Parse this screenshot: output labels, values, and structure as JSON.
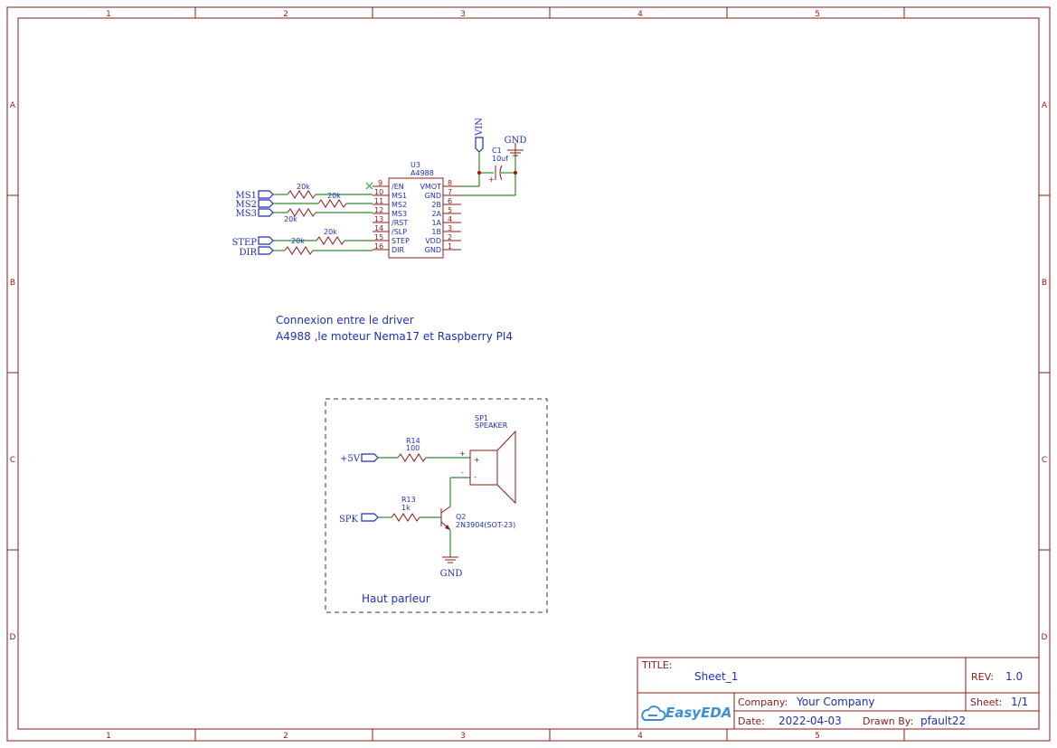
{
  "frame": {
    "columns": [
      "1",
      "2",
      "3",
      "4",
      "5"
    ],
    "rows": [
      "A",
      "B",
      "C",
      "D"
    ]
  },
  "u3": {
    "designator": "U3",
    "part": "A4988",
    "left_pins": [
      {
        "num": "9",
        "name": "/EN"
      },
      {
        "num": "10",
        "name": "MS1"
      },
      {
        "num": "11",
        "name": "MS2"
      },
      {
        "num": "12",
        "name": "MS3"
      },
      {
        "num": "13",
        "name": "/RST"
      },
      {
        "num": "14",
        "name": "/SLP"
      },
      {
        "num": "15",
        "name": "STEP"
      },
      {
        "num": "16",
        "name": "DIR"
      }
    ],
    "right_pins": [
      {
        "num": "8",
        "name": "VMOT"
      },
      {
        "num": "7",
        "name": "GND"
      },
      {
        "num": "6",
        "name": "2B"
      },
      {
        "num": "5",
        "name": "2A"
      },
      {
        "num": "4",
        "name": "1A"
      },
      {
        "num": "3",
        "name": "1B"
      },
      {
        "num": "2",
        "name": "VDD"
      },
      {
        "num": "1",
        "name": "GND"
      }
    ]
  },
  "driver_ports": [
    "MS1",
    "MS2",
    "MS3",
    "STEP",
    "DIR"
  ],
  "resistor_value": "20k",
  "vin_label": "VIN",
  "gnd_label": "GND",
  "c1": {
    "designator": "C1",
    "value": "10uf",
    "plus": "+"
  },
  "note": {
    "line1": "Connexion entre le driver",
    "line2": "A4988 ,le moteur Nema17 et Raspberry PI4"
  },
  "speaker_block": {
    "label": "Haut parleur",
    "sp1": {
      "designator": "SP1",
      "part": "SPEAKER",
      "plus": "+",
      "minus": "-"
    },
    "r14": {
      "designator": "R14",
      "value": "100"
    },
    "r13": {
      "designator": "R13",
      "value": "1k"
    },
    "q2": {
      "designator": "Q2",
      "part": "2N3904(SOT-23)"
    },
    "port_5v": "+5V",
    "port_spk": "SPK",
    "gnd": "GND",
    "wire_plus": "+",
    "wire_minus": "-"
  },
  "title_block": {
    "title_label": "TITLE:",
    "title": "Sheet_1",
    "rev_label": "REV:",
    "rev": "1.0",
    "company_label": "Company:",
    "company": "Your Company",
    "sheet_label": "Sheet:",
    "sheet": "1/1",
    "date_label": "Date:",
    "date": "2022-04-03",
    "drawn_label": "Drawn By:",
    "drawn_by": "pfault22",
    "logo_text": "EasyEDA"
  }
}
